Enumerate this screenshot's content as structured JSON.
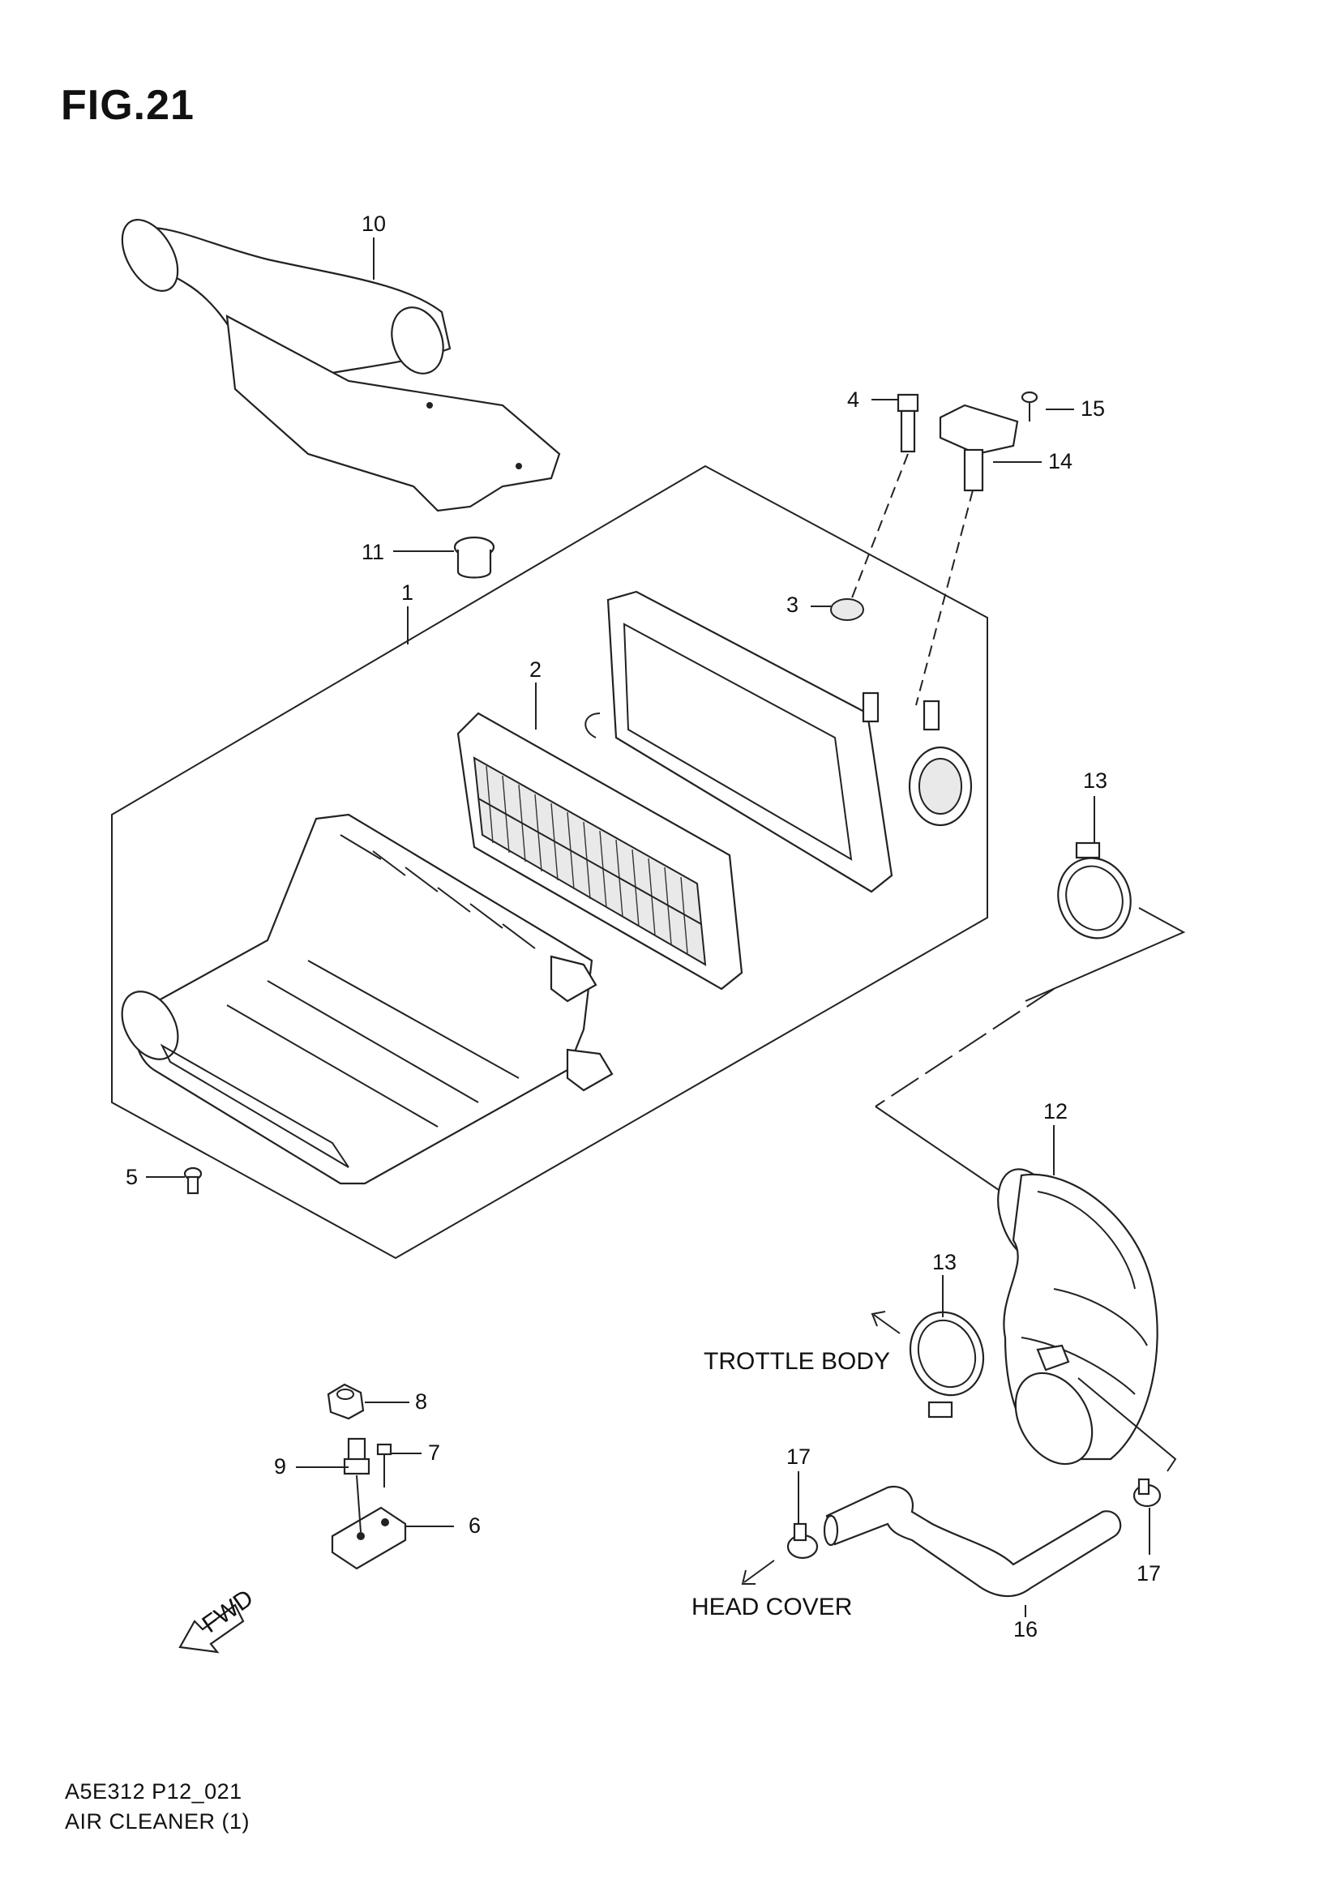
{
  "figure": {
    "title": "FIG.21",
    "code": "A5E312 P12_021",
    "name": "AIR CLEANER (1)"
  },
  "callouts": {
    "c1": "1",
    "c2": "2",
    "c3": "3",
    "c4": "4",
    "c5": "5",
    "c6": "6",
    "c7": "7",
    "c8": "8",
    "c9": "9",
    "c10": "10",
    "c11": "11",
    "c12": "12",
    "c13a": "13",
    "c13b": "13",
    "c14": "14",
    "c15": "15",
    "c16": "16",
    "c17a": "17",
    "c17b": "17"
  },
  "directions": {
    "throttle": "TROTTLE BODY",
    "head_cover": "HEAD COVER",
    "fwd": "FWD"
  }
}
